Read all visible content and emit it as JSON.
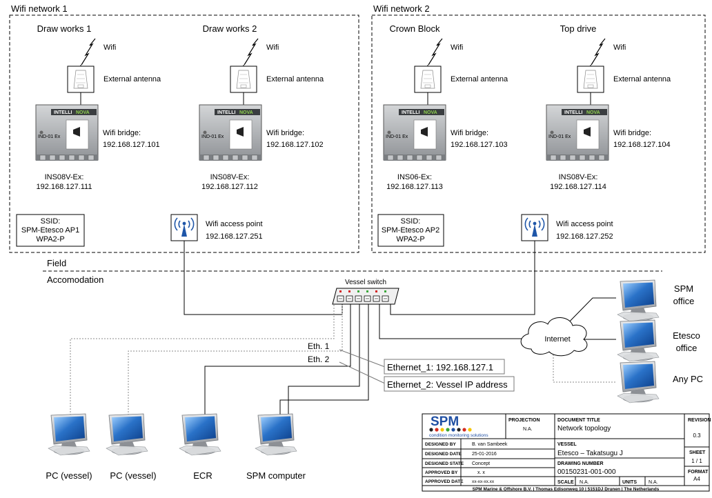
{
  "networks": {
    "left": {
      "title": "Wifi network 1",
      "ssid": [
        "SSID:",
        "SPM-Etesco AP1",
        "WPA2-P"
      ],
      "access_point": [
        "Wifi access point",
        "192.168.127.251"
      ],
      "units": [
        {
          "name": "Draw works 1",
          "wifi": "Wifi",
          "antenna": "External antenna",
          "bridge": [
            "Wifi bridge:",
            "192.168.127.101"
          ],
          "node": [
            "INS08V-Ex:",
            "192.168.127.111"
          ],
          "box_label": "IND-01 Ex"
        },
        {
          "name": "Draw works 2",
          "wifi": "Wifi",
          "antenna": "External antenna",
          "bridge": [
            "Wifi bridge:",
            "192.168.127.102"
          ],
          "node": [
            "INS08V-Ex:",
            "192.168.127.112"
          ],
          "box_label": "IND-01 Ex"
        }
      ]
    },
    "right": {
      "title": "Wifi network 2",
      "ssid": [
        "SSID:",
        "SPM-Etesco AP2",
        "WPA2-P"
      ],
      "access_point": [
        "Wifi access point",
        "192.168.127.252"
      ],
      "units": [
        {
          "name": "Crown Block",
          "wifi": "Wifi",
          "antenna": "External antenna",
          "bridge": [
            "Wifi bridge:",
            "192.168.127.103"
          ],
          "node": [
            "INS06-Ex:",
            "192.168.127.113"
          ],
          "box_label": "IND-01 Ex"
        },
        {
          "name": "Top drive",
          "wifi": "Wifi",
          "antenna": "External antenna",
          "bridge": [
            "Wifi bridge:",
            "192.168.127.104"
          ],
          "node": [
            "INS08V-Ex:",
            "192.168.127.114"
          ],
          "box_label": "IND-01 Ex"
        }
      ]
    }
  },
  "zones": {
    "field": "Field",
    "accomodation": "Accomodation"
  },
  "switch_label": "Vessel switch",
  "internet_label": "Internet",
  "eth": {
    "eth1": "Eth. 1",
    "eth2": "Eth. 2",
    "callout1": "Ethernet_1: 192.168.127.1",
    "callout2": "Ethernet_2: Vessel IP address"
  },
  "offices": [
    [
      "SPM",
      "office"
    ],
    [
      "Etesco",
      "office"
    ],
    [
      "Any PC"
    ]
  ],
  "computers": [
    "PC (vessel)",
    "PC (vessel)",
    "ECR",
    "SPM computer"
  ],
  "brand": {
    "intelli": "INTELLI",
    "nova": "NOVA"
  },
  "title_block": {
    "logo": "SPM",
    "logo_sub": "condition monitoring solutions",
    "projection_label": "PROJECTION",
    "projection_value": "N.A.",
    "doc_title_label": "DOCUMENT TITLE",
    "doc_title_value": "Network topology",
    "revision_label": "REVISION",
    "revision_value": "0.3",
    "designed_by_label": "DESIGNED BY",
    "designed_by_value": "B. van Sambeek",
    "designed_date_label": "DESIGNED DATE",
    "designed_date_value": "25-01-2016",
    "designed_state_label": "DESIGNED STATE",
    "designed_state_value": "Concept",
    "approved_by_label": "APPROVED BY",
    "approved_by_value": "x. x",
    "approved_date_label": "APPROVED DATE",
    "approved_date_value": "xx-xx-xx.xx",
    "vessel_label": "VESSEL",
    "vessel_value": "Etesco – Takatsugu J",
    "drawing_number_label": "DRAWING NUMBER",
    "drawing_number_value": "00150231-001-000",
    "scale_label": "SCALE",
    "scale_value": "N.A.",
    "units_label": "UNITS",
    "units_value": "N.A.",
    "sheet_label": "SHEET",
    "sheet_value": "1 / 1",
    "format_label": "FORMAT",
    "format_value": "A4",
    "footer": "SPM Marine & Offshore B.V. | Thomas Edisonweg 10 | 5151DJ Drunen | The Netherlands"
  },
  "colors": {
    "screen_blue": "#2a72c8",
    "monitor_body": "#c9cbce",
    "ap_blue": "#1f56a8",
    "led_red": "#d42020",
    "led_green": "#3aa83a",
    "logo_red": "#d52b1e",
    "logo_yellow": "#f5c400",
    "logo_green": "#38a538",
    "logo_blue": "#1f4fa3"
  }
}
